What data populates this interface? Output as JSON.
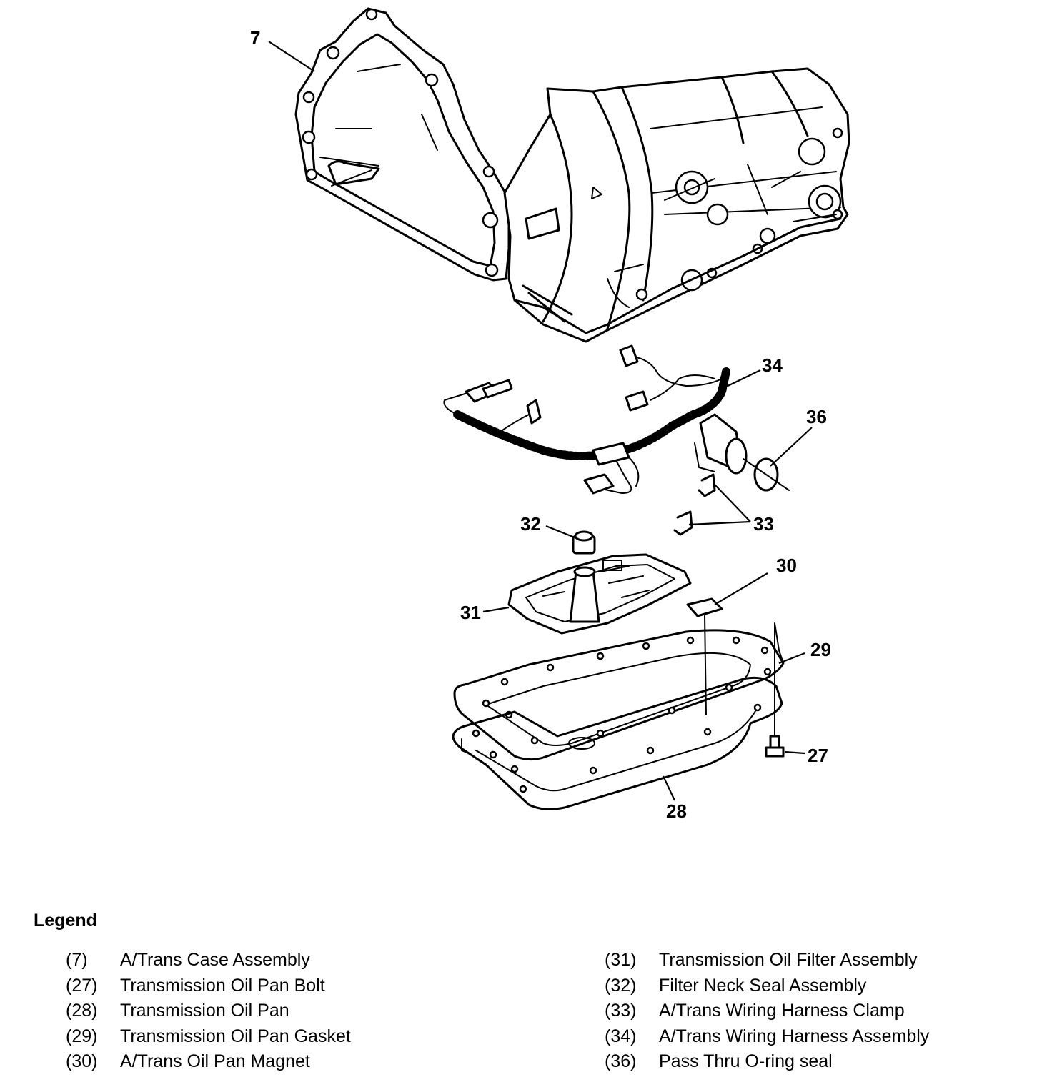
{
  "callouts": {
    "c7": "7",
    "c34": "34",
    "c36": "36",
    "c32": "32",
    "c33": "33",
    "c30": "30",
    "c31": "31",
    "c29": "29",
    "c27": "27",
    "c28": "28"
  },
  "legend": {
    "title": "Legend",
    "left": [
      {
        "num": "(7)",
        "text": "A/Trans Case Assembly"
      },
      {
        "num": "(27)",
        "text": "Transmission Oil Pan Bolt"
      },
      {
        "num": "(28)",
        "text": "Transmission Oil Pan"
      },
      {
        "num": "(29)",
        "text": "Transmission Oil Pan Gasket"
      },
      {
        "num": "(30)",
        "text": "A/Trans Oil Pan Magnet"
      }
    ],
    "right": [
      {
        "num": "(31)",
        "text": "Transmission Oil Filter Assembly"
      },
      {
        "num": "(32)",
        "text": "Filter Neck Seal Assembly"
      },
      {
        "num": "(33)",
        "text": "A/Trans Wiring Harness Clamp"
      },
      {
        "num": "(34)",
        "text": "A/Trans Wiring Harness Assembly"
      },
      {
        "num": "(36)",
        "text": "Pass Thru O-ring seal"
      }
    ]
  }
}
